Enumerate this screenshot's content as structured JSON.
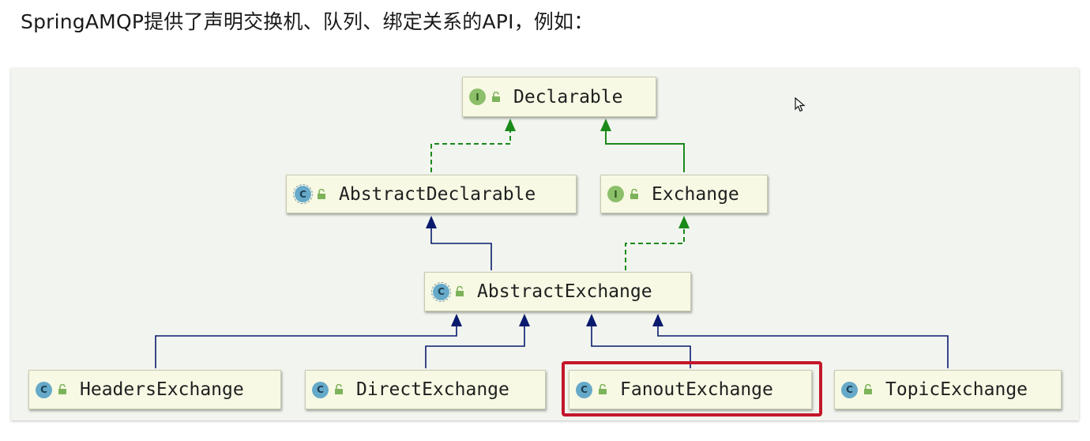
{
  "heading": "SpringAMQP提供了声明交换机、队列、绑定关系的API，例如：",
  "nodes": {
    "declarable": {
      "label": "Declarable",
      "badge": "I"
    },
    "abstract_declarable": {
      "label": "AbstractDeclarable",
      "badge": "C"
    },
    "exchange": {
      "label": "Exchange",
      "badge": "I"
    },
    "abstract_exchange": {
      "label": "AbstractExchange",
      "badge": "C"
    },
    "headers_exchange": {
      "label": "HeadersExchange",
      "badge": "C"
    },
    "direct_exchange": {
      "label": "DirectExchange",
      "badge": "C"
    },
    "fanout_exchange": {
      "label": "FanoutExchange",
      "badge": "C"
    },
    "topic_exchange": {
      "label": "TopicExchange",
      "badge": "C"
    }
  },
  "colors": {
    "extends_edge": "#0a1a6e",
    "implements_edge": "#1a8a1a",
    "highlight": "#c4172b"
  },
  "icons": {
    "interface": "interface-badge-icon",
    "class": "class-badge-icon",
    "abstract_class": "abstract-class-badge-icon",
    "visibility": "public-lock-icon"
  }
}
